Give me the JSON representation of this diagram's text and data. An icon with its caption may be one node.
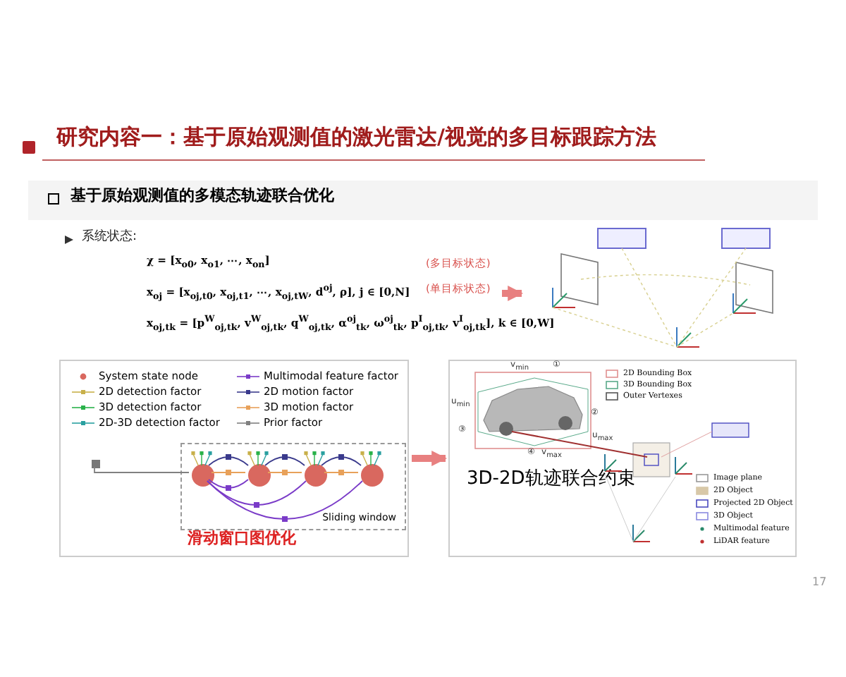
{
  "diagram": {
    "title": "研究内容一：基于原始观测值的激光雷达/视觉的多目标跟踪方法",
    "nodes": [
      {
        "text": [
          "滑动窗口图优化"
        ]
      },
      {
        "text": [
          "Sliding window"
        ],
        "in": 0
      },
      {
        "text": [],
        "shape": "circle",
        "in": 1
      },
      {
        "text": [],
        "shape": "circle",
        "in": 1
      },
      {
        "text": [],
        "shape": "circle",
        "in": 1
      },
      {
        "text": [],
        "shape": "circle",
        "in": 1
      },
      {
        "text": [],
        "shape": "box",
        "in": 0
      },
      {
        "text": [
          "3D-2D轨迹联合约束"
        ]
      },
      {
        "text": [],
        "shape": "picture"
      },
      {
        "text": [
          "χ = [x$_{o0}$, x$_{o1}$, ⋯, x$_{on}$]",
          "x$_{oj}$ = [x$_{oj,t0}$, x$_{oj,t1}$, ⋯, x$_{oj,tW}$, d$^{oj}$, ρ], j ∈ [0,N]",
          "x$_{oj,tk}$ = [p$^{W}$$_{oj,tk}$, v$^{W}$$_{oj,tk}$, q$^{W}$$_{oj,tk}$, α$^{oj}$$_{tk}$, ω$^{oj}$$_{tk}$, p$^{I}$$_{oj,tk}$, v$^{I}$$_{oj,tk}$], k ∈ [0,W]"
        ]
      }
    ],
    "edges": [
      {
        "from": 6,
        "to": 2,
        "arrow": "none",
        "color": "#808080"
      },
      {
        "from": 2,
        "to": 3,
        "arrow": "none",
        "color": "#3a3a8c"
      },
      {
        "from": 2,
        "to": 3,
        "arrow": "none",
        "color": "#e8a15a"
      },
      {
        "from": 2,
        "to": 3,
        "arrow": "none",
        "color": "#7a3bc8"
      },
      {
        "from": 3,
        "to": 4,
        "arrow": "none",
        "color": "#3a3a8c"
      },
      {
        "from": 3,
        "to": 4,
        "arrow": "none",
        "color": "#e8a15a"
      },
      {
        "from": 4,
        "to": 5,
        "arrow": "none",
        "color": "#3a3a8c"
      },
      {
        "from": 4,
        "to": 5,
        "arrow": "none",
        "color": "#e8a15a"
      },
      {
        "from": 2,
        "to": 4,
        "arrow": "none",
        "color": "#7a3bc8"
      },
      {
        "from": 2,
        "to": 5,
        "arrow": "none",
        "color": "#7a3bc8"
      },
      {
        "from": 9,
        "to": 8,
        "arrow": "to",
        "style": "thick",
        "color": "#e88080"
      },
      {
        "from": 0,
        "to": 7,
        "arrow": "to",
        "style": "thick",
        "color": "#e88080"
      }
    ],
    "labels": [
      "基于原始观测值的多模态轨迹联合优化",
      "系统状态:",
      "(多目标状态)",
      "(单目标状态)",
      "v$_{min}$",
      "①",
      "u$_{min}$",
      "②",
      "③",
      "u$_{max}$",
      "④",
      "v$_{max}$",
      "17"
    ],
    "legend": [
      {
        "text": "System state node"
      },
      {
        "text": "Multimodal feature factor"
      },
      {
        "text": "2D detection factor"
      },
      {
        "text": "2D motion factor"
      },
      {
        "text": "3D detection factor"
      },
      {
        "text": "3D motion factor"
      },
      {
        "text": "2D-3D detection factor"
      },
      {
        "text": "Prior factor"
      },
      {
        "text": "2D Bounding Box"
      },
      {
        "text": "3D Bounding Box"
      },
      {
        "text": "Outer Vertexes"
      },
      {
        "text": "Image plane"
      },
      {
        "text": "2D Object"
      },
      {
        "text": "Projected 2D Object"
      },
      {
        "text": "3D Object"
      },
      {
        "text": "Multimodal feature"
      },
      {
        "text": "LiDAR feature"
      }
    ]
  }
}
